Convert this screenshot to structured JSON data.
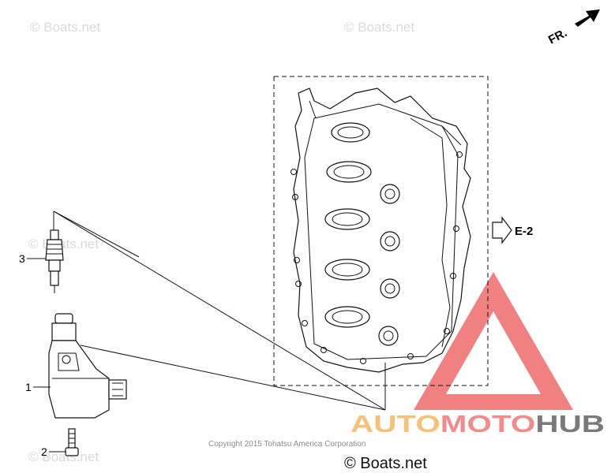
{
  "watermarks": {
    "top_left": "© Boats.net",
    "top_center": "© Boats.net",
    "mid_left": "© Boats.net",
    "bottom_left": "© Boats.net"
  },
  "direction": {
    "label": "FR."
  },
  "reference": {
    "label": "E-2"
  },
  "callouts": [
    {
      "number": "1"
    },
    {
      "number": "2"
    },
    {
      "number": "3"
    }
  ],
  "footer": {
    "copyright": "Copyright 2015 Tohatsu America Corporation",
    "site": "© Boats.net"
  },
  "brand": {
    "part1": "AUTO",
    "part2": "MOTO",
    "part3": "HUB",
    "colors": {
      "auto": "#f6c27a",
      "moto": "#f08c8c",
      "hub": "#7a7a7a",
      "triangle": "#ef6b6b"
    }
  }
}
